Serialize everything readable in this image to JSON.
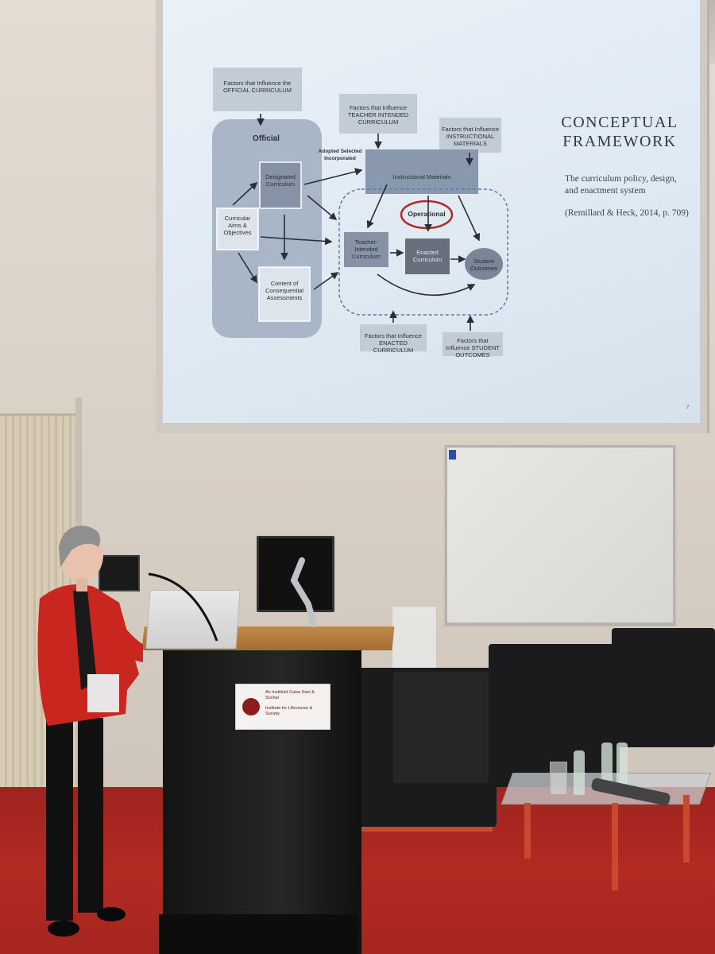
{
  "slide": {
    "title_line1": "CONCEPTUAL",
    "title_line2": "FRAMEWORK",
    "subtitle": "The curriculum policy, design, and enactment system",
    "citation": "(Remillard & Heck, 2014, p. 709)",
    "page_number": "7",
    "diagram": {
      "official_box": "Official",
      "designated": "Designated Curriculum",
      "curricular_aims": "Curricular Aims & Objectives",
      "content_assessments": "Content of Consequential Assessments",
      "instructional_materials": "Instructional Materials",
      "operational": "Operational",
      "teacher_intended": "Teacher-Intended Curriculum",
      "enacted": "Enacted Curriculum",
      "student_outcomes": "Student Outcomes",
      "adopted": "Adopted Selected Incorporated",
      "factor_official": "Factors that Influence the OFFICIAL CURRICULUM",
      "factor_teacher": "Factors that Influence TEACHER INTENDED CURRICULUM",
      "factor_materials": "Factors that Influence INSTRUCTIONAL MATERIALS",
      "factor_enacted": "Factors that Influence ENACTED CURRICULUM",
      "factor_outcomes": "Factors that Influence STUDENT OUTCOMES"
    }
  },
  "podium_sign": {
    "line1": "An Institiúid Caisa Saol & Sochaí",
    "line2": "Institute for Lifecourse & Society"
  },
  "colors": {
    "slide_bg": "#e2ecf5",
    "diagram_panel": "#a9b6c8",
    "operational_ring": "#b02a2a",
    "carpet": "#a8261f",
    "jacket": "#c8261f"
  }
}
